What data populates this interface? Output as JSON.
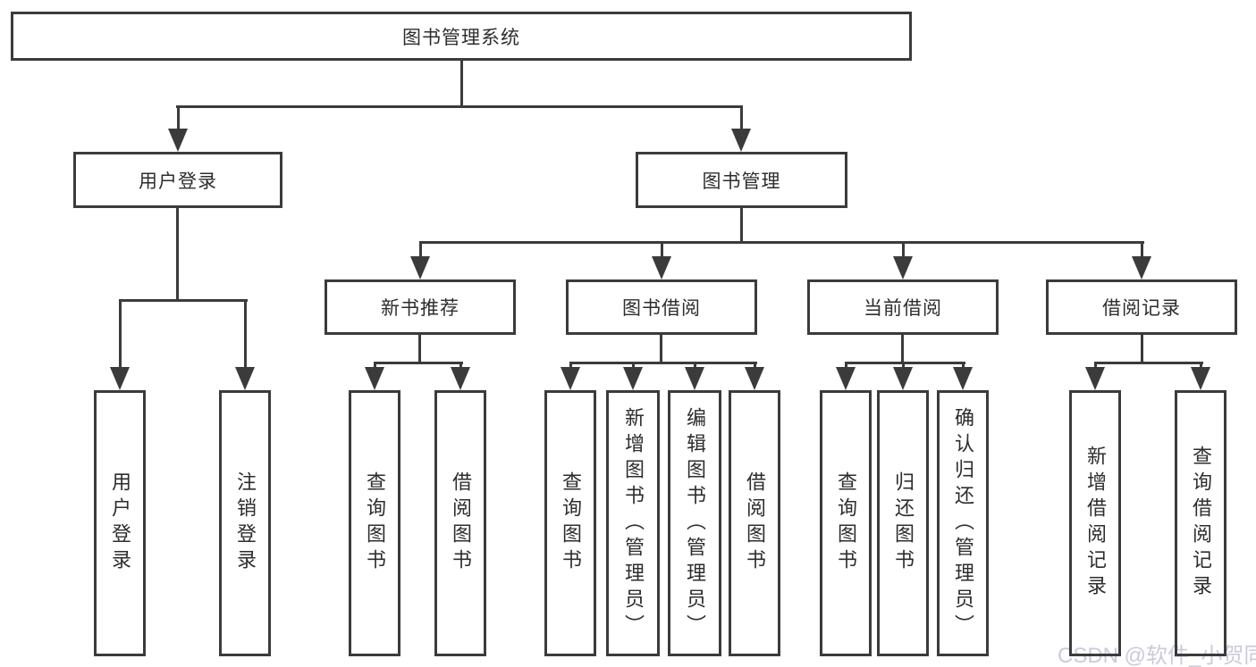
{
  "diagram": {
    "title": "图书管理系统",
    "branches": [
      {
        "label": "用户登录",
        "leaves": [
          "用户登录",
          "注销登录"
        ]
      },
      {
        "label": "图书管理",
        "groups": [
          {
            "label": "新书推荐",
            "leaves": [
              "查询图书",
              "借阅图书"
            ]
          },
          {
            "label": "图书借阅",
            "leaves": [
              "查询图书",
              "新增图书（管理员）",
              "编辑图书（管理员）",
              "借阅图书"
            ]
          },
          {
            "label": "当前借阅",
            "leaves": [
              "查询图书",
              "归还图书",
              "确认归还（管理员）"
            ]
          },
          {
            "label": "借阅记录",
            "leaves": [
              "新增借阅记录",
              "查询借阅记录"
            ]
          }
        ]
      }
    ]
  },
  "watermark": "CSDN @软件_小贺同学",
  "colors": {
    "line": "#3b3b3b",
    "text": "#2d2d2d",
    "watermark": "#cdc9dc",
    "background": "#ffffff"
  }
}
